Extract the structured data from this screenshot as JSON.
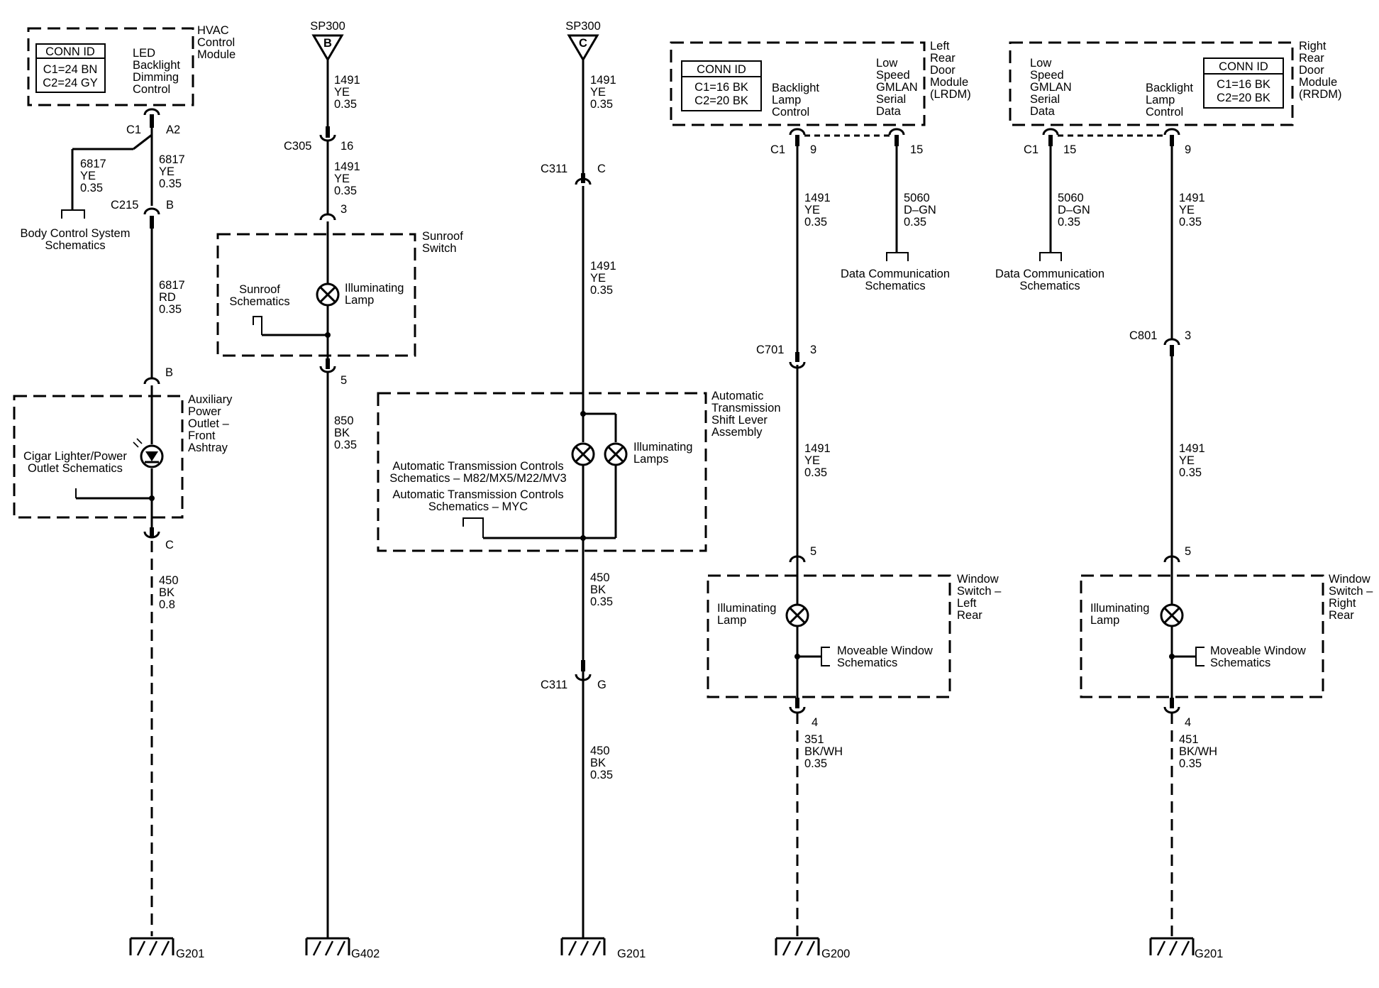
{
  "hvac": {
    "name": [
      "HVAC",
      "Control",
      "Module"
    ],
    "func": [
      "LED",
      "Backlight",
      "Dimming",
      "Control"
    ],
    "conn_title": "CONN ID",
    "conn_rows": [
      "C1=24 BN",
      "C2=24 GY"
    ],
    "conn": "C1",
    "pin": "A2",
    "body_wire": [
      "6817",
      "YE",
      "0.35"
    ],
    "body_dest": [
      "Body Control System",
      "Schematics"
    ],
    "wire1": [
      "6817",
      "YE",
      "0.35"
    ],
    "c215": "C215",
    "c215_pin": "B",
    "wire2": [
      "6817",
      "RD",
      "0.35"
    ],
    "aux_pin_top": "B",
    "aux_name": [
      "Auxiliary",
      "Power",
      "Outlet –",
      "Front",
      "Ashtray"
    ],
    "aux_label": [
      "Cigar Lighter/Power",
      "Outlet Schematics"
    ],
    "aux_pin_bot": "C",
    "ground_wire": [
      "450",
      "BK",
      "0.8"
    ],
    "ground": "G201"
  },
  "sunroof": {
    "splice": "SP300",
    "splice_letter": "B",
    "wire1": [
      "1491",
      "YE",
      "0.35"
    ],
    "c305": "C305",
    "c305_pin": "16",
    "wire2": [
      "1491",
      "YE",
      "0.35"
    ],
    "pin_top": "3",
    "name": [
      "Sunroof",
      "Switch"
    ],
    "lamp": [
      "Illuminating",
      "Lamp"
    ],
    "schem": [
      "Sunroof",
      "Schematics"
    ],
    "pin_bot": "5",
    "ground_wire": [
      "850",
      "BK",
      "0.35"
    ],
    "ground": "G402"
  },
  "trans": {
    "splice": "SP300",
    "splice_letter": "C",
    "wire1": [
      "1491",
      "YE",
      "0.35"
    ],
    "c311_top": "C311",
    "c311_top_pin": "C",
    "wire2": [
      "1491",
      "YE",
      "0.35"
    ],
    "name": [
      "Automatic",
      "Transmission",
      "Shift Lever",
      "Assembly"
    ],
    "lamps": [
      "Illuminating",
      "Lamps"
    ],
    "schem1": [
      "Automatic Transmission Controls",
      "Schematics – M82/MX5/M22/MV3"
    ],
    "schem2": [
      "Automatic Transmission Controls",
      "Schematics – MYC"
    ],
    "wire3": [
      "450",
      "BK",
      "0.35"
    ],
    "c311_bot": "C311",
    "c311_bot_pin": "G",
    "wire4": [
      "450",
      "BK",
      "0.35"
    ],
    "ground": "G201"
  },
  "lrdm": {
    "name": [
      "Left",
      "Rear",
      "Door",
      "Module",
      "(LRDM)"
    ],
    "conn_title": "CONN ID",
    "conn_rows": [
      "C1=16 BK",
      "C2=20 BK"
    ],
    "backlight": [
      "Backlight",
      "Lamp",
      "Control"
    ],
    "gmlan": [
      "Low",
      "Speed",
      "GMLAN",
      "Serial",
      "Data"
    ],
    "conn": "C1",
    "pin_lamp": "9",
    "pin_data": "15",
    "wire1": [
      "1491",
      "YE",
      "0.35"
    ],
    "data_wire": [
      "5060",
      "D–GN",
      "0.35"
    ],
    "data_dest": [
      "Data Communication",
      "Schematics"
    ],
    "c701": "C701",
    "c701_pin": "3",
    "wire2": [
      "1491",
      "YE",
      "0.35"
    ],
    "sw_pin_top": "5",
    "sw_name": [
      "Window",
      "Switch –",
      "Left",
      "Rear"
    ],
    "lamp": [
      "Illuminating",
      "Lamp"
    ],
    "schem": [
      "Moveable Window",
      "Schematics"
    ],
    "sw_pin_bot": "4",
    "ground_wire": [
      "351",
      "BK/WH",
      "0.35"
    ],
    "ground": "G200"
  },
  "rrdm": {
    "name": [
      "Right",
      "Rear",
      "Door",
      "Module",
      "(RRDM)"
    ],
    "conn_title": "CONN ID",
    "conn_rows": [
      "C1=16 BK",
      "C2=20 BK"
    ],
    "backlight": [
      "Backlight",
      "Lamp",
      "Control"
    ],
    "gmlan": [
      "Low",
      "Speed",
      "GMLAN",
      "Serial",
      "Data"
    ],
    "conn": "C1",
    "pin_data": "15",
    "pin_lamp": "9",
    "data_wire": [
      "5060",
      "D–GN",
      "0.35"
    ],
    "data_dest": [
      "Data Communication",
      "Schematics"
    ],
    "wire1": [
      "1491",
      "YE",
      "0.35"
    ],
    "c801": "C801",
    "c801_pin": "3",
    "wire2": [
      "1491",
      "YE",
      "0.35"
    ],
    "sw_pin_top": "5",
    "sw_name": [
      "Window",
      "Switch –",
      "Right",
      "Rear"
    ],
    "lamp": [
      "Illuminating",
      "Lamp"
    ],
    "schem": [
      "Moveable Window",
      "Schematics"
    ],
    "sw_pin_bot": "4",
    "ground_wire": [
      "451",
      "BK/WH",
      "0.35"
    ],
    "ground": "G201"
  }
}
